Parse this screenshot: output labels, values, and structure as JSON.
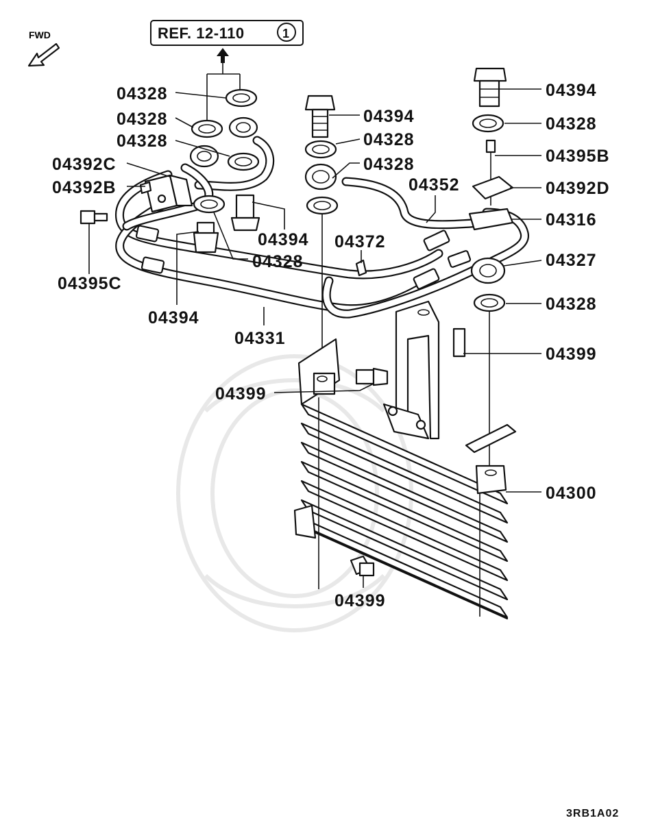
{
  "diagram": {
    "ref_label": "REF. 12-110",
    "ref_circle": "1",
    "fwd_label": "FWD",
    "drawing_code": "3RB1A02"
  },
  "callouts": [
    {
      "id": "c1",
      "text": "04328"
    },
    {
      "id": "c2",
      "text": "04328"
    },
    {
      "id": "c3",
      "text": "04328"
    },
    {
      "id": "c4",
      "text": "04392C"
    },
    {
      "id": "c5",
      "text": "04392B"
    },
    {
      "id": "c6",
      "text": "04395C"
    },
    {
      "id": "c7",
      "text": "04394"
    },
    {
      "id": "c8",
      "text": "04328"
    },
    {
      "id": "c9",
      "text": "04394"
    },
    {
      "id": "c10",
      "text": "04331"
    },
    {
      "id": "c11",
      "text": "04394"
    },
    {
      "id": "c12",
      "text": "04328"
    },
    {
      "id": "c13",
      "text": "04328"
    },
    {
      "id": "c14",
      "text": "04372"
    },
    {
      "id": "c15",
      "text": "04352"
    },
    {
      "id": "c16",
      "text": "04394"
    },
    {
      "id": "c17",
      "text": "04328"
    },
    {
      "id": "c18",
      "text": "04395B"
    },
    {
      "id": "c19",
      "text": "04392D"
    },
    {
      "id": "c20",
      "text": "04316"
    },
    {
      "id": "c21",
      "text": "04327"
    },
    {
      "id": "c22",
      "text": "04328"
    },
    {
      "id": "c23",
      "text": "04399"
    },
    {
      "id": "c24",
      "text": "04399"
    },
    {
      "id": "c25",
      "text": "04300"
    },
    {
      "id": "c26",
      "text": "04399"
    }
  ]
}
